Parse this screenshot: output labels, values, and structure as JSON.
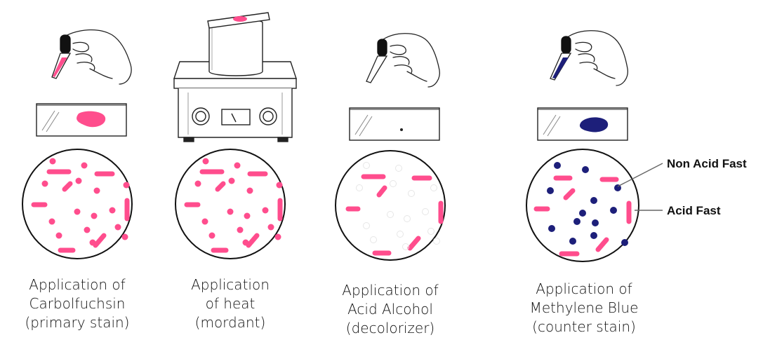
{
  "colors": {
    "fuchsin": "#ff4d8d",
    "methylene_blue": "#1d1f7a",
    "ghost": "#e6e6e6",
    "ink": "#222222"
  },
  "steps": [
    {
      "caption": [
        "Application of",
        "Carbolfuchsin",
        "(primary stain)"
      ],
      "apparatus": "dropper-pink"
    },
    {
      "caption": [
        "Application",
        "of heat",
        "(mordant)"
      ],
      "apparatus": "hot-plate"
    },
    {
      "caption": [
        "Application of",
        "Acid Alcohol",
        "(decolorizer)"
      ],
      "apparatus": "dropper-clear"
    },
    {
      "caption": [
        "Application of",
        "Methylene Blue",
        "(counter stain)"
      ],
      "apparatus": "dropper-blue"
    }
  ],
  "labels": {
    "non_acid_fast": "Non Acid Fast",
    "acid_fast": "Acid Fast"
  }
}
